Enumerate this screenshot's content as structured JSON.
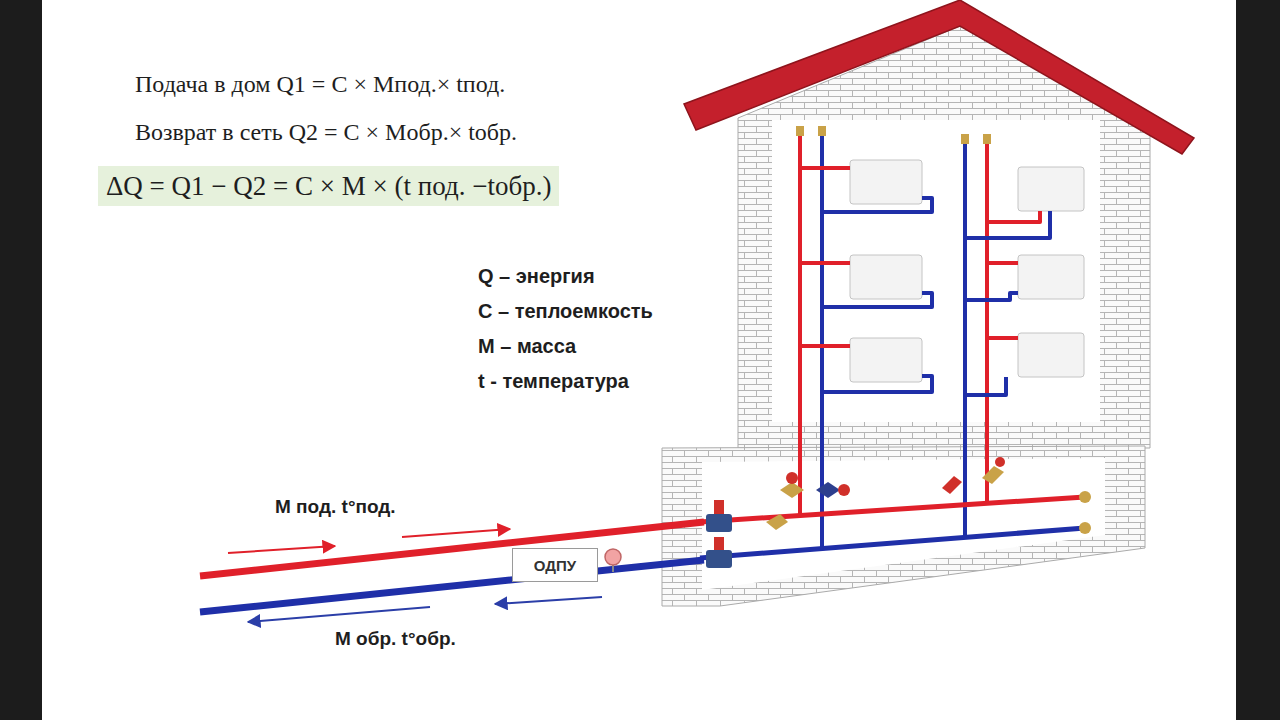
{
  "diagram": {
    "nodes": [
      {
        "text": [
          "ОДПУ"
        ]
      }
    ],
    "labels": [
      "Подача в дом Q1 = C × Mпод.× tпод.",
      "Возврат в сеть Q2 = C × Mобр.× tобр.",
      "ΔQ = Q1 − Q2 = C × M × (t под. −tобр.)",
      "Q – энергия",
      "C – теплоемкость",
      "M – масса",
      "t - температура",
      "M под. t°под.",
      "M обр. t°обр."
    ]
  }
}
